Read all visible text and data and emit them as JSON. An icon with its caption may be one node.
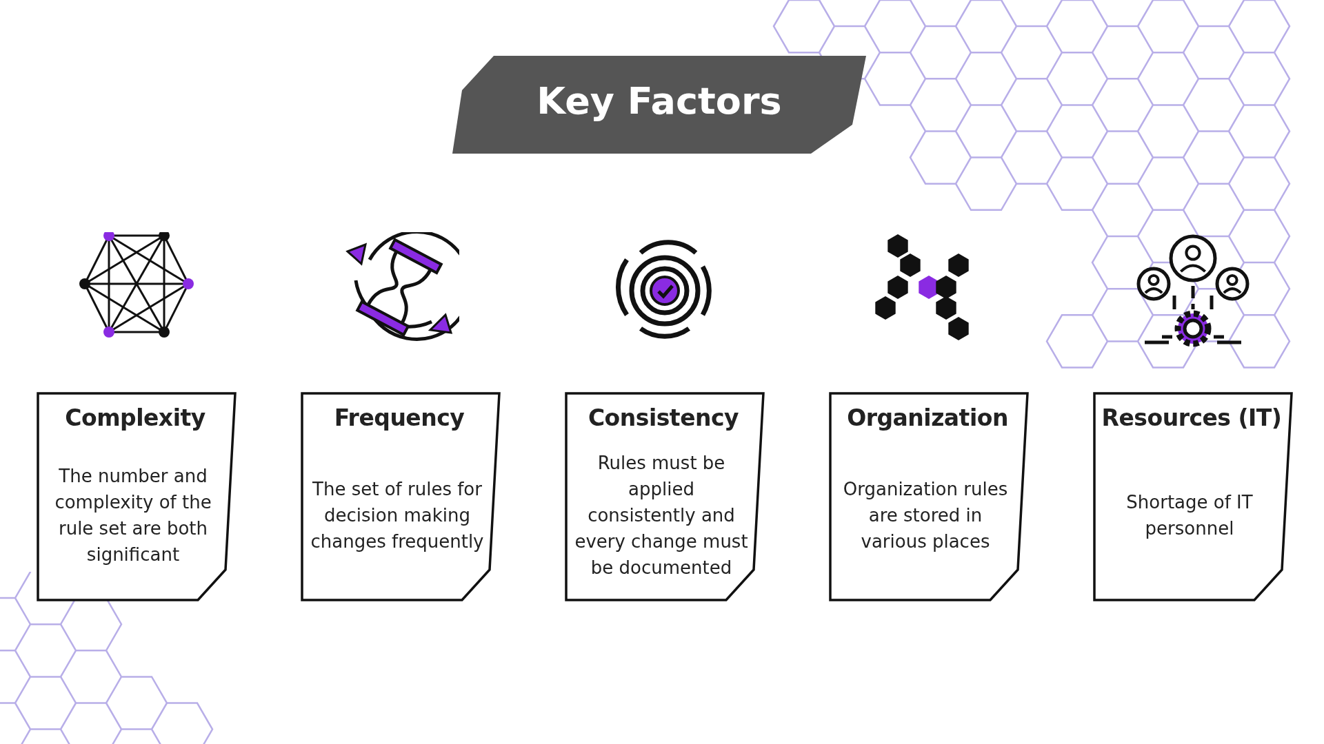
{
  "diagram": {
    "title": "Key Factors",
    "nodes": [
      {
        "text": [
          "Complexity",
          "The number and complexity of the rule set are both significant"
        ]
      },
      {
        "text": [
          "Frequency",
          "The set of rules for decision making changes frequently"
        ]
      },
      {
        "text": [
          "Consistency",
          "Rules must be applied consistently and every change must be documented"
        ]
      },
      {
        "text": [
          "Organization",
          "Organization rules are stored in various places"
        ]
      },
      {
        "text": [
          "Resources (IT)",
          "Shortage of IT personnel"
        ]
      }
    ]
  }
}
